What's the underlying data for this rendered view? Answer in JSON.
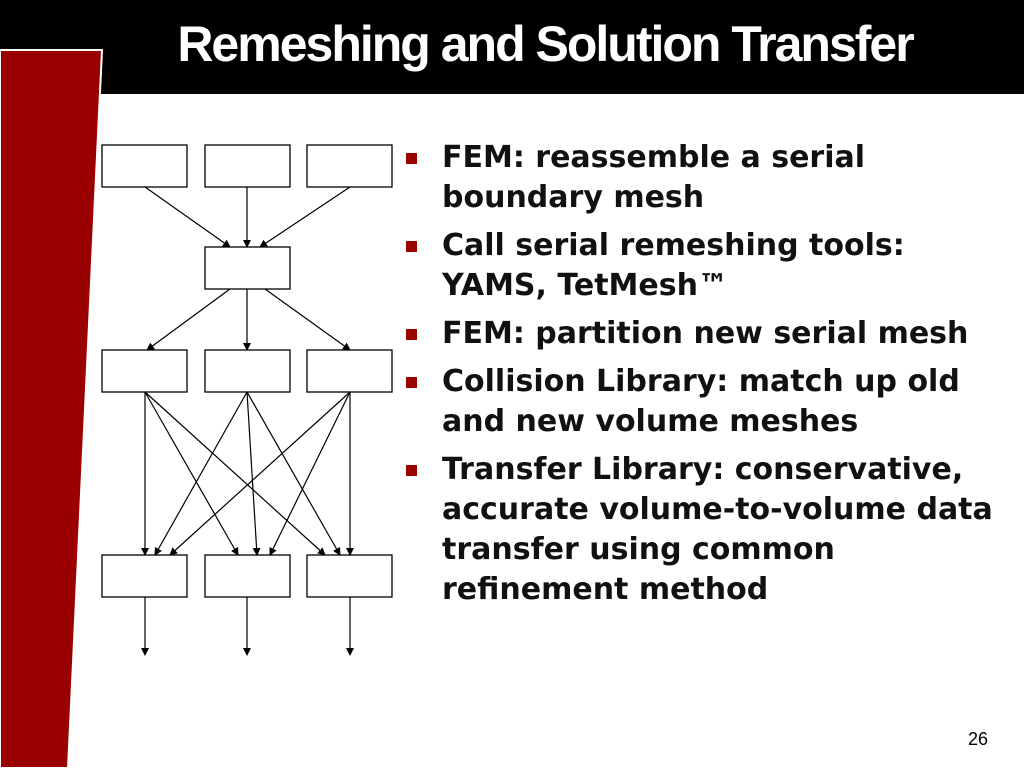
{
  "slide": {
    "title": "Remeshing and Solution Transfer",
    "page_number": "26"
  },
  "colors": {
    "header_background": "#000000",
    "title_text": "#ffffff",
    "accent_red": "#9b0000",
    "bullet_marker": "#9b0000",
    "body_text": "#111111"
  },
  "bullets": [
    {
      "text": "FEM: reassemble a serial boundary mesh"
    },
    {
      "text": "Call serial remeshing tools: YAMS, TetMesh™"
    },
    {
      "text": "FEM: partition new serial mesh"
    },
    {
      "text": "Collision Library: match up old and new volume meshes"
    },
    {
      "text": "Transfer Library: conservative, accurate volume-to-volume data transfer using common refinement method"
    }
  ]
}
